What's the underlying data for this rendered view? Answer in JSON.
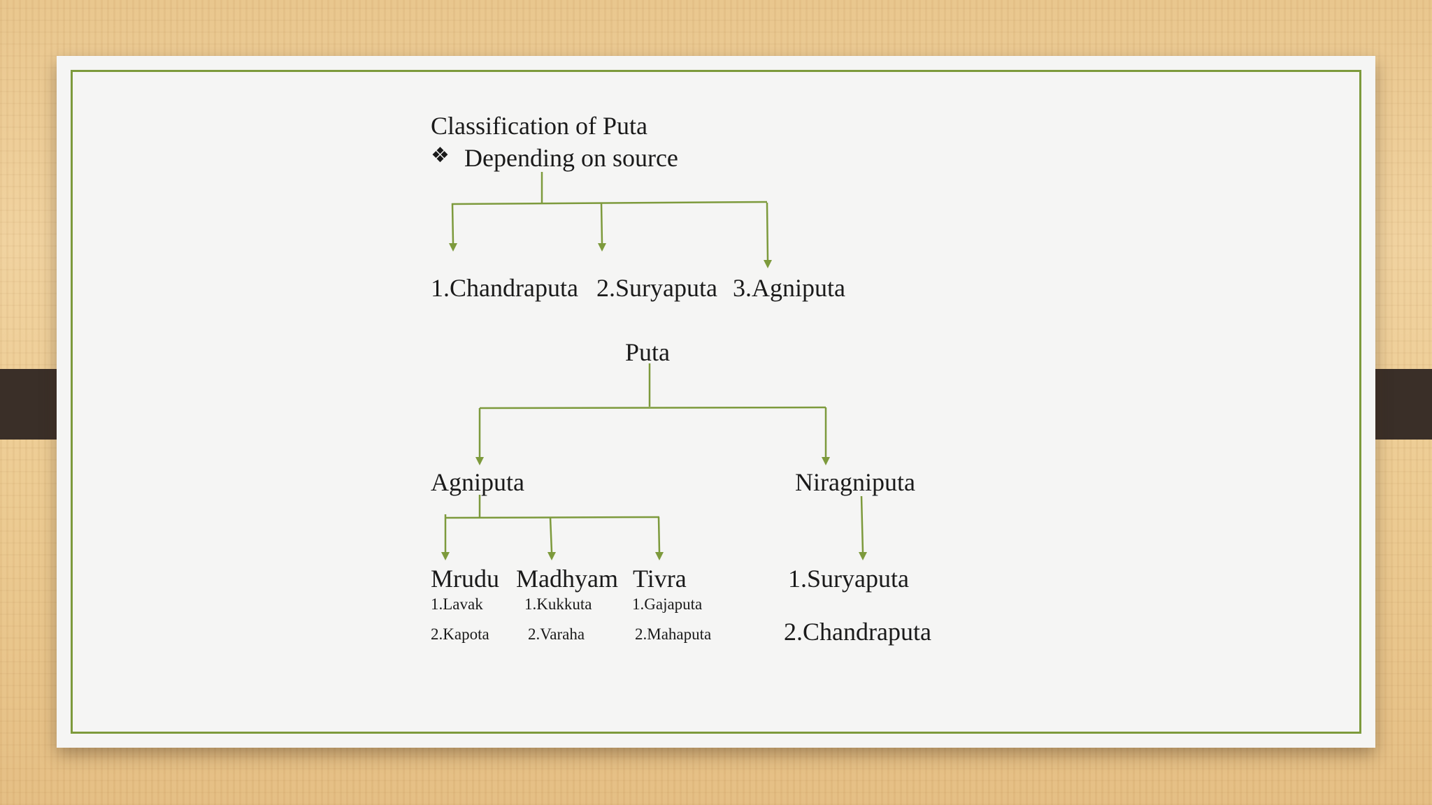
{
  "slide": {
    "title": "Classification of Puta",
    "bullet": {
      "icon": "diamond-bullet-icon",
      "text": "Depending on source"
    },
    "source_types": [
      "1.Chandraputa",
      "2.Suryaputa",
      "3.Agniputa"
    ],
    "root": "Puta",
    "branches": {
      "agniputa": {
        "label": "Agniputa",
        "types": [
          {
            "name": "Mrudu",
            "examples": [
              "1.Lavak",
              "2.Kapota"
            ]
          },
          {
            "name": "Madhyam",
            "examples": [
              "1.Kukkuta",
              "2.Varaha"
            ]
          },
          {
            "name": "Tivra",
            "examples": [
              "1.Gajaputa",
              "2.Mahaputa"
            ]
          }
        ]
      },
      "niragniputa": {
        "label": "Niragniputa",
        "types": [
          "1.Suryaputa",
          "2.Chandraputa"
        ]
      }
    }
  },
  "colors": {
    "accent": "#7d9a3c",
    "clip": "#3a2f28",
    "slide_bg": "#f5f5f4"
  }
}
